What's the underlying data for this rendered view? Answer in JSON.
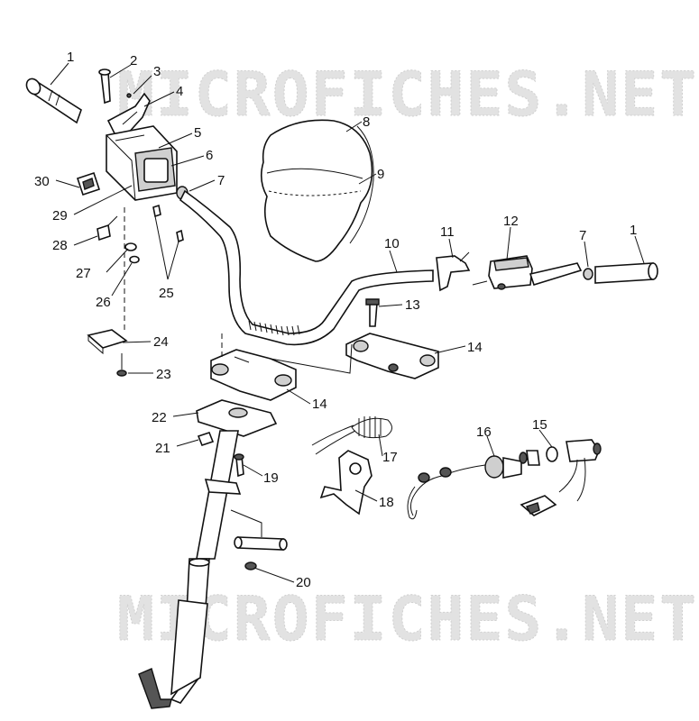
{
  "watermark": {
    "text": "MICROFICHES.NET",
    "color": "#d4d4d4"
  },
  "callouts": {
    "c1a": "1",
    "c2": "2",
    "c3": "3",
    "c4": "4",
    "c5": "5",
    "c6": "6",
    "c7a": "7",
    "c8": "8",
    "c9": "9",
    "c10": "10",
    "c11": "11",
    "c12": "12",
    "c7b": "7",
    "c1b": "1",
    "c13": "13",
    "c14a": "14",
    "c14b": "14",
    "c15": "15",
    "c16": "16",
    "c17": "17",
    "c18": "18",
    "c19": "19",
    "c20": "20",
    "c21": "21",
    "c22": "22",
    "c23": "23",
    "c24": "24",
    "c25": "25",
    "c26": "26",
    "c27": "27",
    "c28": "28",
    "c29": "29",
    "c30": "30"
  },
  "colors": {
    "line": "#111111",
    "part_fill": "#ffffff",
    "shade": "#cfcfcf"
  }
}
